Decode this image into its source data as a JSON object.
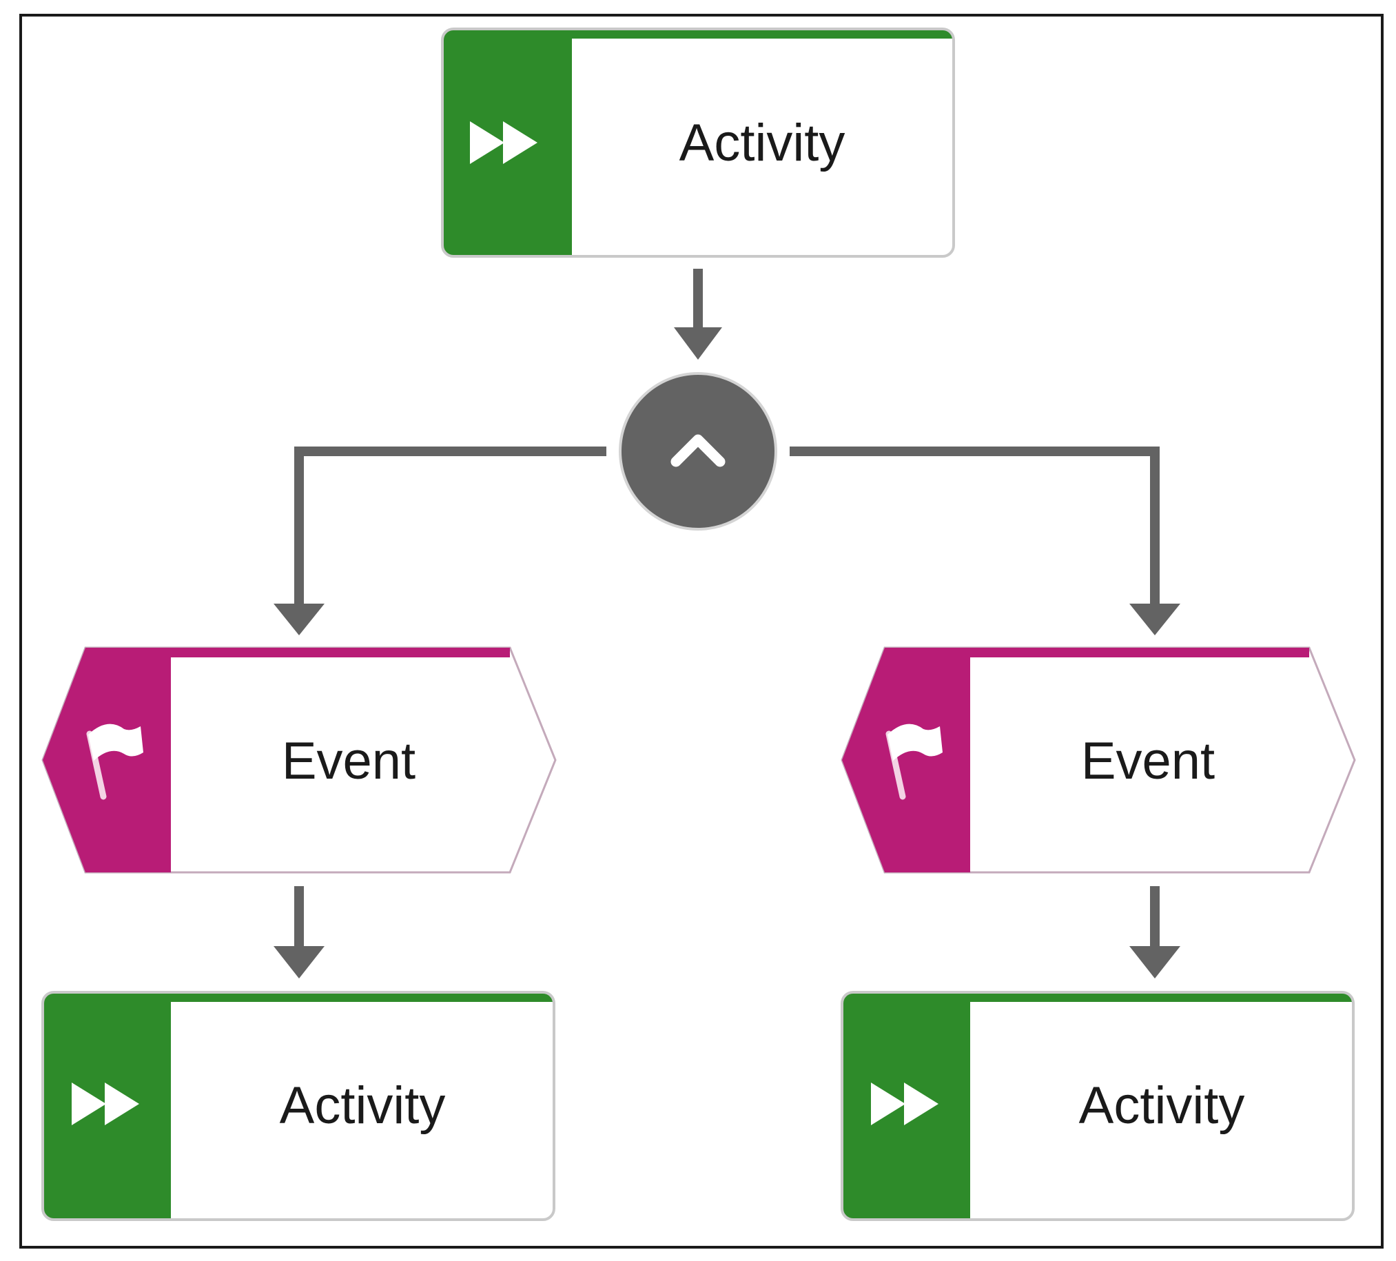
{
  "diagram": {
    "colors": {
      "activity_accent": "#2e8b2a",
      "event_accent": "#b81c76",
      "connector": "#636363",
      "node_border": "#c9c9c9",
      "frame": "#1a1a1a"
    },
    "nodes": {
      "top_activity": {
        "label": "Activity",
        "icon": "fast-forward-icon"
      },
      "operator": {
        "icon": "and-operator-icon"
      },
      "left_event": {
        "label": "Event",
        "icon": "flag-icon"
      },
      "right_event": {
        "label": "Event",
        "icon": "flag-icon"
      },
      "left_activity": {
        "label": "Activity",
        "icon": "fast-forward-icon"
      },
      "right_activity": {
        "label": "Activity",
        "icon": "fast-forward-icon"
      }
    }
  }
}
